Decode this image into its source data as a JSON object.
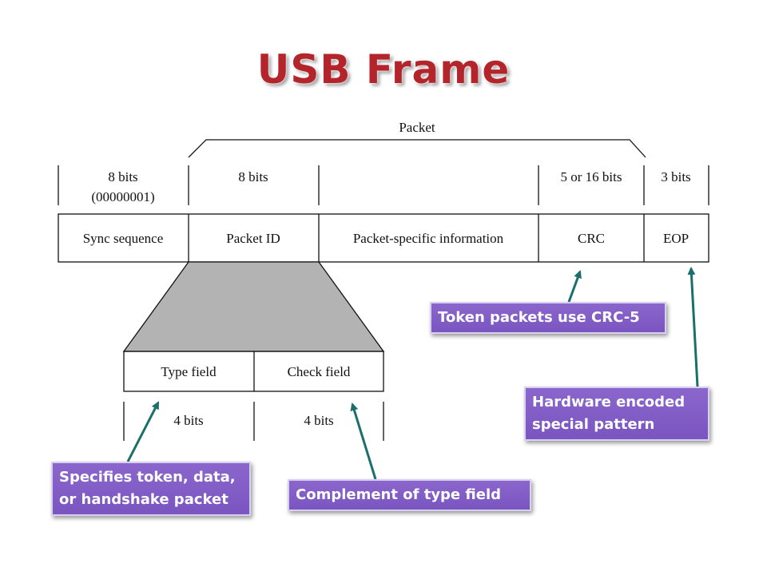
{
  "title": "USB Frame",
  "packet_label": "Packet",
  "top_bits": {
    "sync": [
      "8 bits",
      "(00000001)"
    ],
    "pid": "8 bits",
    "crc": "5 or 16 bits",
    "eop": "3 bits"
  },
  "fields": {
    "sync": "Sync sequence",
    "pid": "Packet ID",
    "info": "Packet-specific information",
    "crc": "CRC",
    "eop": "EOP"
  },
  "pid_fields": {
    "type": "Type field",
    "check": "Check field"
  },
  "pid_bits": {
    "type": "4 bits",
    "check": "4 bits"
  },
  "callouts": {
    "crc_note": "Token packets use CRC-5",
    "eop_note": "Hardware encoded special pattern",
    "type_note": "Specifies token, data, or handshake packet",
    "check_note": "Complement of type field"
  },
  "colors": {
    "title": "#b3242b",
    "callout_fill": "#7f5bc4",
    "arrow": "#1b6f6a",
    "expansion_fill": "#b3b3b3"
  }
}
